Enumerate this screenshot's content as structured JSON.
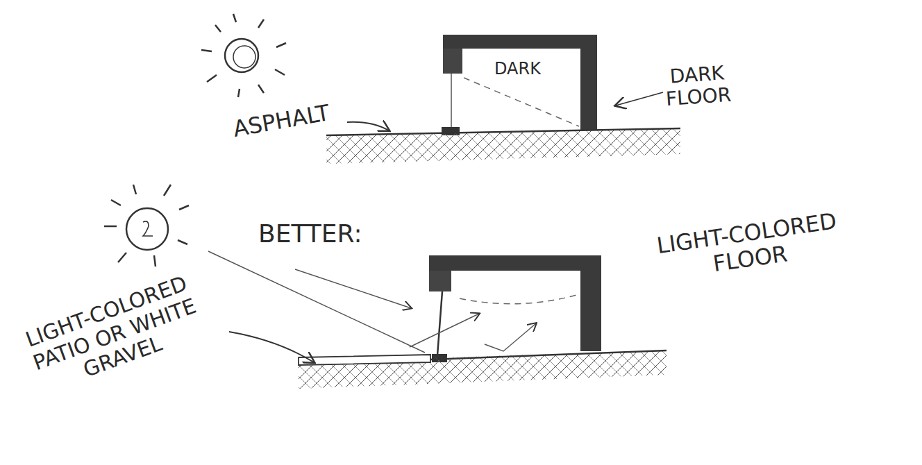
{
  "diagram": {
    "labels": [
      "DARK",
      "DARK FLOOR",
      "ASPHALT",
      "BETTER:",
      "LIGHT-COLORED FLOOR",
      "LIGHT-COLORED PATIO OR WHITE GRAVEL"
    ]
  }
}
